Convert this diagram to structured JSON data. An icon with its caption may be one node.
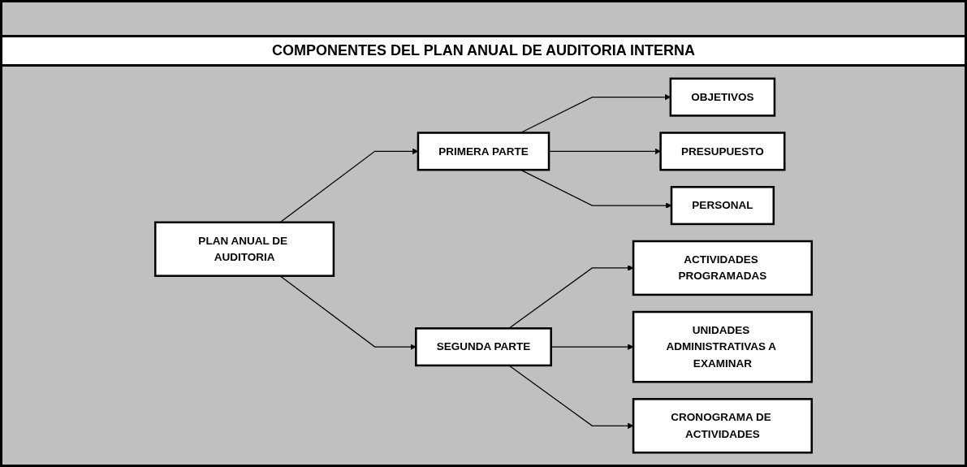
{
  "diagram": {
    "title": "COMPONENTES DEL PLAN ANUAL DE AUDITORIA INTERNA",
    "nodes": [
      {
        "text": [
          "PLAN ANUAL DE AUDITORIA"
        ]
      },
      {
        "text": [
          "PRIMERA PARTE"
        ]
      },
      {
        "text": [
          "OBJETIVOS"
        ]
      },
      {
        "text": [
          "PRESUPUESTO"
        ]
      },
      {
        "text": [
          "PERSONAL"
        ]
      },
      {
        "text": [
          "SEGUNDA PARTE"
        ]
      },
      {
        "text": [
          "ACTIVIDADES PROGRAMADAS"
        ]
      },
      {
        "text": [
          "UNIDADES ADMINISTRATIVAS A EXAMINAR"
        ]
      },
      {
        "text": [
          "CRONOGRAMA DE ACTIVIDADES"
        ]
      }
    ],
    "edges": [
      {
        "from": 0,
        "to": 1,
        "arrow": "to"
      },
      {
        "from": 0,
        "to": 5,
        "arrow": "to"
      },
      {
        "from": 1,
        "to": 2,
        "arrow": "to"
      },
      {
        "from": 1,
        "to": 3,
        "arrow": "to"
      },
      {
        "from": 1,
        "to": 4,
        "arrow": "to"
      },
      {
        "from": 5,
        "to": 6,
        "arrow": "to"
      },
      {
        "from": 5,
        "to": 7,
        "arrow": "to"
      },
      {
        "from": 5,
        "to": 8,
        "arrow": "to"
      }
    ]
  }
}
